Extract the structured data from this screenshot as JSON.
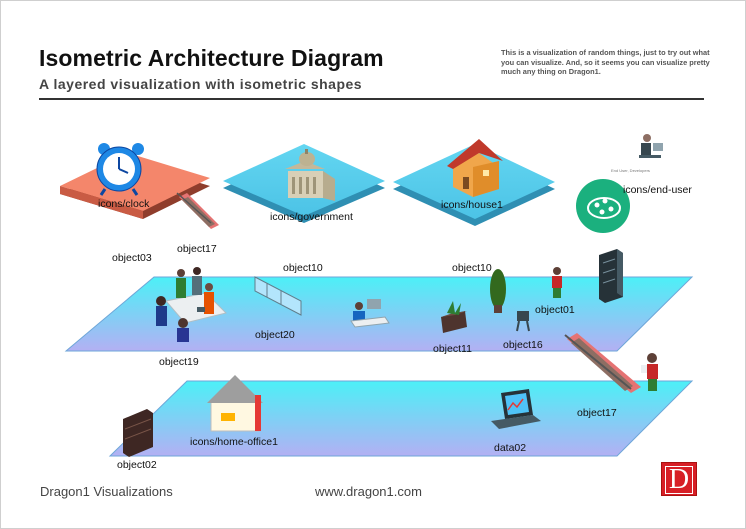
{
  "header": {
    "title": "Isometric Architecture Diagram",
    "subtitle": "A layered visualization with isometric shapes",
    "note": "This is a visualization of random things, just to try out what you can visualize. And, so it seems you can visualize pretty much any thing on Dragon1."
  },
  "labels": {
    "clock": "icons/clock",
    "government": "icons/government",
    "house1": "icons/house1",
    "end_user": "icons/end-user",
    "object03": "object03",
    "object17_top": "object17",
    "object10_a": "object10",
    "object10_b": "object10",
    "object01": "object01",
    "object20": "object20",
    "object19": "object19",
    "object11": "object11",
    "object16": "object16",
    "object17_bottom": "object17",
    "home_office": "icons/home-office1",
    "object02": "object02",
    "data02": "data02",
    "end_user_caption": "End User, Developers"
  },
  "footer": {
    "brand": "Dragon1 Visualizations",
    "url": "www.dragon1.com",
    "logo_letter": "D"
  },
  "colors": {
    "tile_orange": "#f4866b",
    "tile_blue": "#5bcdeb",
    "plane_top": "#4cf0f7",
    "plane_bottom": "#b3b0f3",
    "accent_green": "#1bb07e",
    "logo_red": "#d71f26"
  }
}
